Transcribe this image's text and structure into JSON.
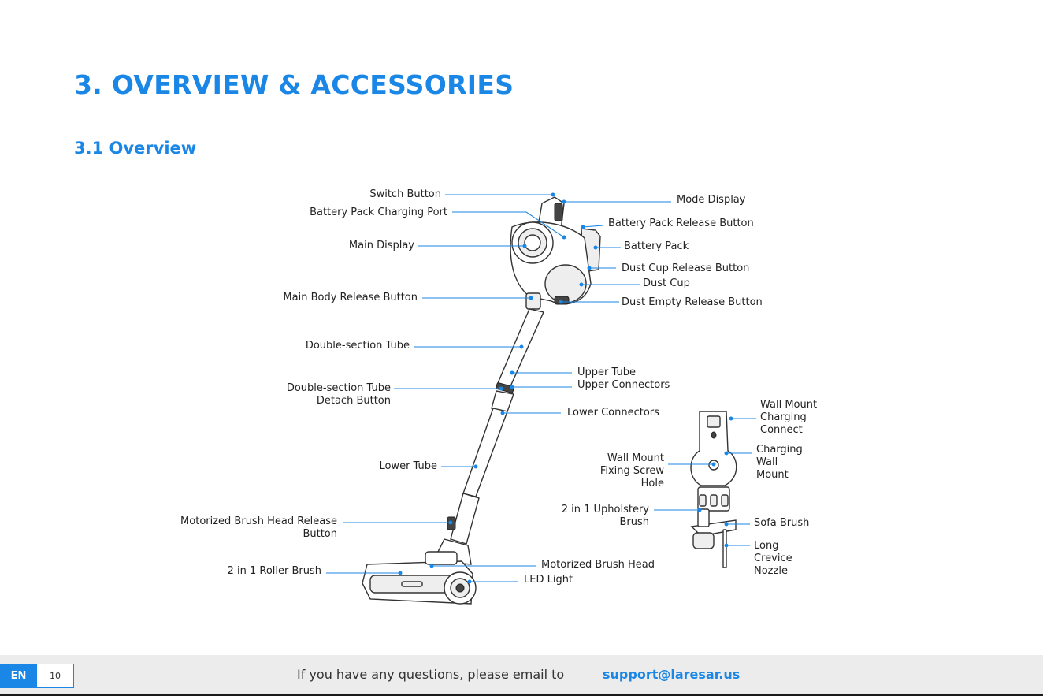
{
  "page": {
    "title": "3. OVERVIEW & ACCESSORIES",
    "subtitle": "3.1 Overview"
  },
  "labels": {
    "switch_button": "Switch Button",
    "battery_pack_charging_port": "Battery Pack Charging Port",
    "main_display": "Main Display",
    "main_body_release_button": "Main Body Release Button",
    "double_section_tube": "Double-section Tube",
    "double_section_tube_detach_button": "Double-section Tube\nDetach Button",
    "lower_tube": "Lower Tube",
    "motorized_brush_head_release_button": "Motorized Brush Head Release\nButton",
    "roller_brush": "2 in 1 Roller Brush",
    "mode_display": "Mode Display",
    "battery_pack_release_button": "Battery Pack Release Button",
    "battery_pack": "Battery Pack",
    "dust_cup_release_button": "Dust Cup Release Button",
    "dust_cup": "Dust Cup",
    "dust_empty_release_button": "Dust Empty Release Button",
    "upper_tube": "Upper Tube",
    "upper_connectors": "Upper Connectors",
    "lower_connectors": "Lower Connectors",
    "motorized_brush_head": "Motorized Brush Head",
    "led_light": "LED Light",
    "wall_mount_fixing_screw_hole": "Wall Mount\nFixing Screw\nHole",
    "upholstery_brush": "2 in 1 Upholstery\nBrush",
    "wall_mount_charging_connect": "Wall Mount\nCharging\nConnect",
    "charging_wall_mount": "Charging\nWall\nMount",
    "sofa_brush": "Sofa Brush",
    "long_crevice_nozzle": "Long\nCrevice\nNozzle"
  },
  "footer": {
    "language": "EN",
    "page_number": "10",
    "note": "If you have any questions, please email to",
    "email": "support@laresar.us"
  },
  "colors": {
    "accent": "#1a87e6",
    "leader_line": "#1a87e6",
    "footer_bg": "#ececec"
  }
}
